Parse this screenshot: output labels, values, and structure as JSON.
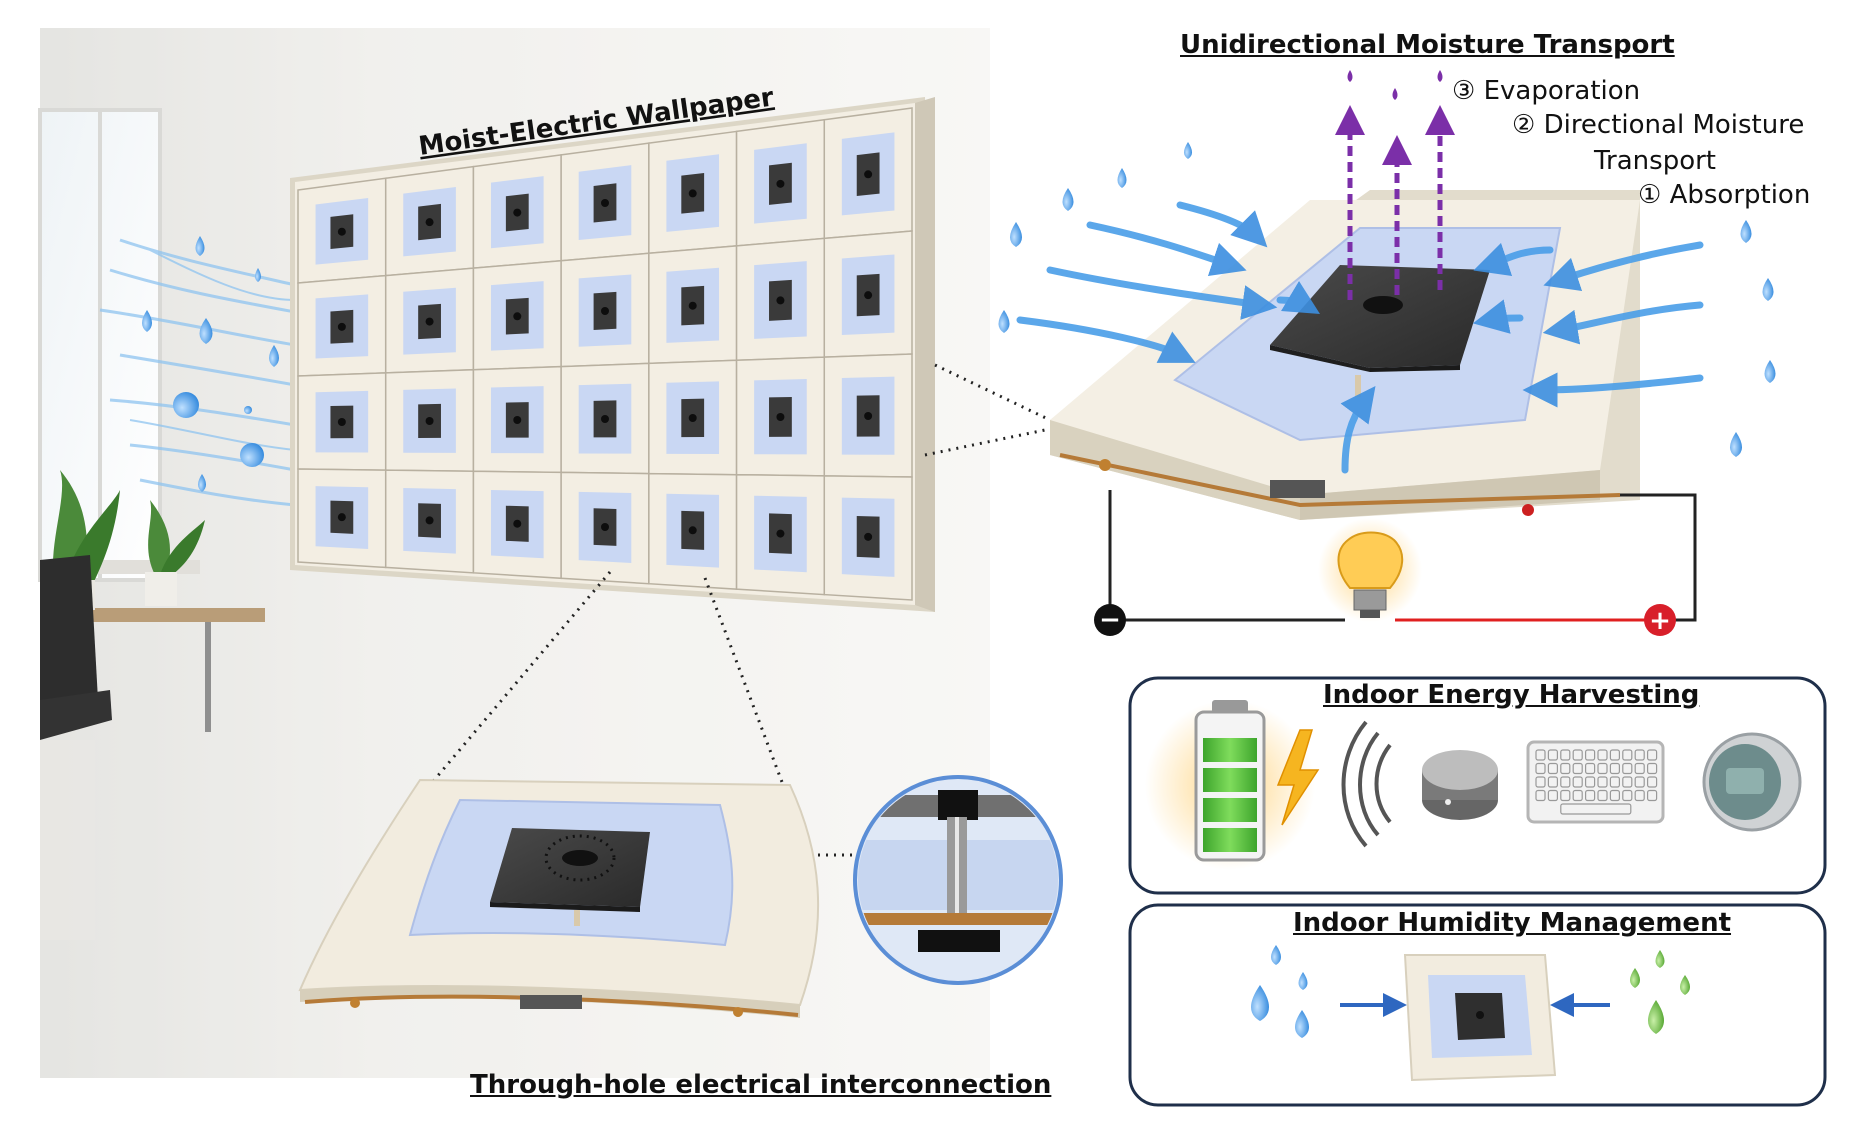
{
  "labels": {
    "wallpaper_title": "Moist-Electric Wallpaper",
    "transport_title": "Unidirectional Moisture Transport",
    "step3": "③ Evaporation",
    "step2_line1": "② Directional Moisture",
    "step2_line2": "Transport",
    "step1": "① Absorption",
    "interconnect_title": "Through-hole electrical interconnection",
    "energy_title": "Indoor Energy Harvesting",
    "humidity_title": "Indoor Humidity Management"
  },
  "circuit": {
    "negative_symbol": "−",
    "positive_symbol": "+"
  },
  "icons": [
    "battery-icon",
    "lightning-icon",
    "wireless-sensor-icon",
    "keyboard-icon",
    "clock-icon",
    "light-bulb-icon",
    "water-drop-icon"
  ],
  "colors": {
    "drop_blue": "#3b8fe0",
    "flow_blue": "#4a9ee8",
    "absorb_layer": "#c9d7f3",
    "tile_border": "#efe9dc",
    "evap_purple": "#7b2fa8",
    "wire_red": "#e02020",
    "panel_border": "#1f2f4a",
    "battery_green": "#48b338",
    "drop_green": "#62b83a"
  },
  "grid": {
    "rows": 4,
    "columns": 7
  }
}
